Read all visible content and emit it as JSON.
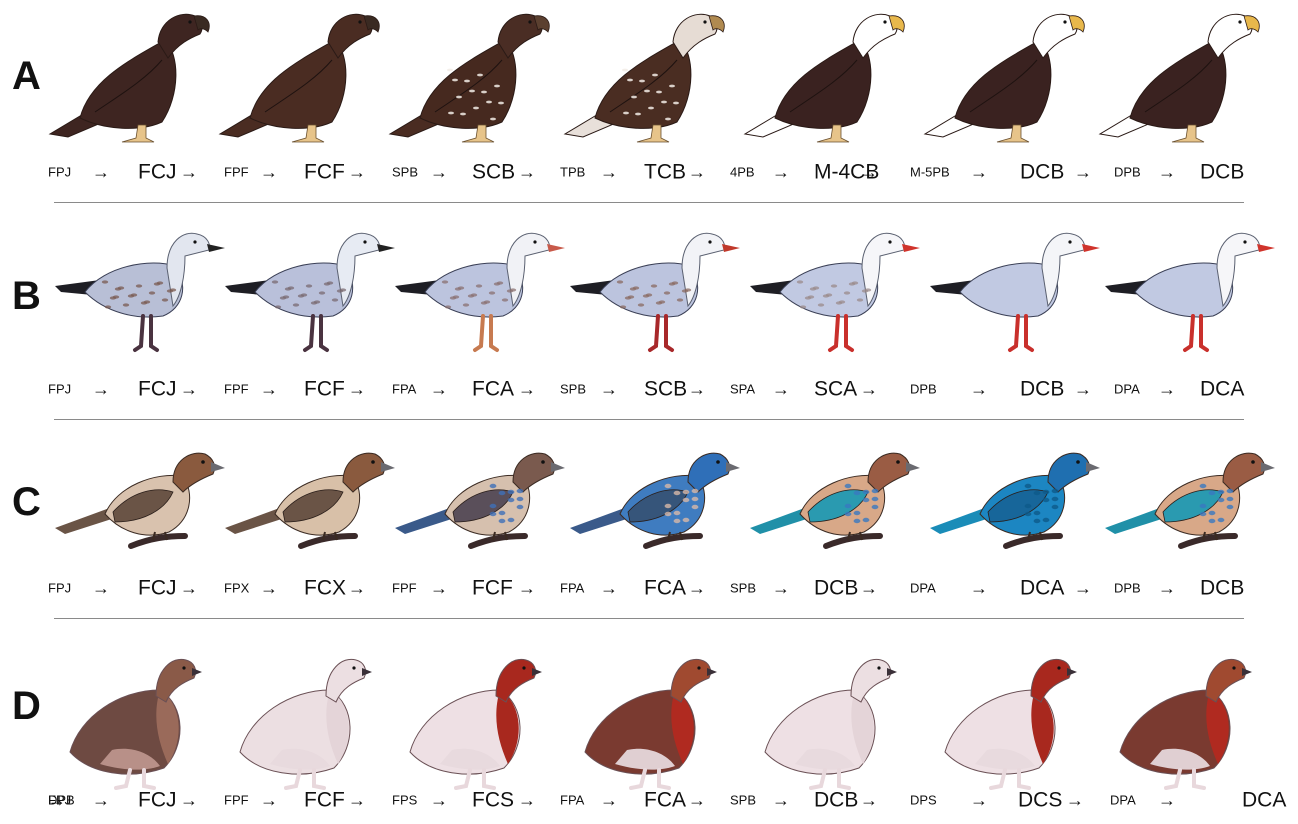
{
  "panels": [
    {
      "letter": "A",
      "birds": [
        "eagle",
        "eagle",
        "eagle",
        "eagle",
        "eagle",
        "eagle",
        "eagle"
      ],
      "colors": {
        "body": [
          "#3e2521",
          "#4a2c22",
          "#46291f",
          "#4a2d22",
          "#3a2220",
          "#3a2220",
          "#3a2220"
        ],
        "head": [
          "#3e2521",
          "#4a2c22",
          "#4a2d24",
          "#e6dcd4",
          "#ffffff",
          "#ffffff",
          "#ffffff"
        ],
        "tail": [
          "#3e2521",
          "#4a2c22",
          "#4a2c22",
          "#e8e0da",
          "#ffffff",
          "#ffffff",
          "#ffffff"
        ],
        "beak": [
          "#3a2a22",
          "#3a2a22",
          "#5b4030",
          "#b08a50",
          "#e8b84c",
          "#e8b84c",
          "#e8b84c"
        ],
        "feet": "#e7c48a"
      },
      "sequence": [
        {
          "t": "FPJ",
          "s": "small"
        },
        {
          "t": "→",
          "s": "arrow"
        },
        {
          "t": "FCJ",
          "s": "big"
        },
        {
          "t": "→",
          "s": "arrow"
        },
        {
          "t": "FPF",
          "s": "small"
        },
        {
          "t": "→",
          "s": "arrow"
        },
        {
          "t": "FCF",
          "s": "big"
        },
        {
          "t": "→",
          "s": "arrow"
        },
        {
          "t": "SPB",
          "s": "small"
        },
        {
          "t": "→",
          "s": "arrow"
        },
        {
          "t": "SCB",
          "s": "big"
        },
        {
          "t": "→",
          "s": "arrow"
        },
        {
          "t": "TPB",
          "s": "small"
        },
        {
          "t": "→",
          "s": "arrow"
        },
        {
          "t": "TCB",
          "s": "big"
        },
        {
          "t": "→",
          "s": "arrow"
        },
        {
          "t": "4PB",
          "s": "small"
        },
        {
          "t": "→",
          "s": "arrow"
        },
        {
          "t": "M-4CB",
          "s": "big"
        },
        {
          "t": "→",
          "s": "arrow"
        },
        {
          "t": "M-5PB",
          "s": "small"
        },
        {
          "t": "→",
          "s": "arrow"
        },
        {
          "t": "DCB",
          "s": "big"
        },
        {
          "t": "→",
          "s": "arrow"
        },
        {
          "t": "DPB",
          "s": "small"
        },
        {
          "t": "→",
          "s": "arrow"
        },
        {
          "t": "DCB",
          "s": "big"
        }
      ]
    },
    {
      "letter": "B",
      "birds": [
        "gull",
        "gull",
        "gull",
        "gull",
        "gull",
        "gull",
        "gull"
      ],
      "colors": {
        "body": [
          "#b8bfd6",
          "#b9c0da",
          "#bcc4de",
          "#bcc4de",
          "#c1c9e2",
          "#c1c9e2",
          "#c1c9e2"
        ],
        "head": [
          "#e2e6ef",
          "#e7ebf3",
          "#f1f2f6",
          "#f2f3f7",
          "#f6f6f9",
          "#f4f5f8",
          "#f6f6f9"
        ],
        "beak": [
          "#222222",
          "#222222",
          "#c85a4a",
          "#c0392b",
          "#d0342c",
          "#d0342c",
          "#d0342c"
        ],
        "legs": [
          "#4a3340",
          "#4a3340",
          "#c77a50",
          "#a8282a",
          "#c9302c",
          "#c9302c",
          "#c9302c"
        ],
        "mottle": [
          "#7a5a50",
          "#7a6a70",
          "#8a7070",
          "#8a6a60",
          "#9a8a8a",
          "",
          ""
        ]
      },
      "sequence": [
        {
          "t": "FPJ",
          "s": "small"
        },
        {
          "t": "→",
          "s": "arrow"
        },
        {
          "t": "FCJ",
          "s": "big"
        },
        {
          "t": "→",
          "s": "arrow"
        },
        {
          "t": "FPF",
          "s": "small"
        },
        {
          "t": "→",
          "s": "arrow"
        },
        {
          "t": "FCF",
          "s": "big"
        },
        {
          "t": "→",
          "s": "arrow"
        },
        {
          "t": "FPA",
          "s": "small"
        },
        {
          "t": "→",
          "s": "arrow"
        },
        {
          "t": "FCA",
          "s": "big"
        },
        {
          "t": "→",
          "s": "arrow"
        },
        {
          "t": "SPB",
          "s": "small"
        },
        {
          "t": "→",
          "s": "arrow"
        },
        {
          "t": "SCB",
          "s": "big"
        },
        {
          "t": "→",
          "s": "arrow"
        },
        {
          "t": "SPA",
          "s": "small"
        },
        {
          "t": "→",
          "s": "arrow"
        },
        {
          "t": "SCA",
          "s": "big"
        },
        {
          "t": "→",
          "s": "arrow"
        },
        {
          "t": "DPB",
          "s": "small"
        },
        {
          "t": "→",
          "s": "arrow"
        },
        {
          "t": "DCB",
          "s": "big"
        },
        {
          "t": "→",
          "s": "arrow"
        },
        {
          "t": "DPA",
          "s": "small"
        },
        {
          "t": "→",
          "s": "arrow"
        },
        {
          "t": "DCA",
          "s": "big"
        }
      ]
    },
    {
      "letter": "C",
      "birds": [
        "finch",
        "finch",
        "finch",
        "finch",
        "finch",
        "finch",
        "finch"
      ],
      "colors": {
        "head": [
          "#8a5a3e",
          "#8a5a3e",
          "#7a5a4e",
          "#2f6fb8",
          "#9a5c44",
          "#1f6fb0",
          "#9a5c44"
        ],
        "body": [
          "#d9c2ae",
          "#d8c0a8",
          "#d6c0ae",
          "#3f7cc0",
          "#d8a888",
          "#1c86c2",
          "#d8a888"
        ],
        "wing": [
          "#6a5446",
          "#6a5446",
          "#5a4f5a",
          "#36557a",
          "#2a9ab0",
          "#17669a",
          "#2a9ab0"
        ],
        "tail": [
          "#6a5446",
          "#6a5446",
          "#3a5a8a",
          "#3a5a8a",
          "#2090a8",
          "#1a8cb8",
          "#2090a8"
        ],
        "patch": [
          "",
          "",
          "#3f6fb8",
          "#d8b8a8",
          "#3a78c0",
          "#0e5a8a",
          "#3a78c0"
        ],
        "perch": "#3a2a2a"
      },
      "sequence": [
        {
          "t": "FPJ",
          "s": "small"
        },
        {
          "t": "→",
          "s": "arrow"
        },
        {
          "t": "FCJ",
          "s": "big"
        },
        {
          "t": "→",
          "s": "arrow"
        },
        {
          "t": "FPX",
          "s": "small"
        },
        {
          "t": "→",
          "s": "arrow"
        },
        {
          "t": "FCX",
          "s": "big"
        },
        {
          "t": "→",
          "s": "arrow"
        },
        {
          "t": "FPF",
          "s": "small"
        },
        {
          "t": "→",
          "s": "arrow"
        },
        {
          "t": "FCF",
          "s": "big"
        },
        {
          "t": "→",
          "s": "arrow"
        },
        {
          "t": "FPA",
          "s": "small"
        },
        {
          "t": "→",
          "s": "arrow"
        },
        {
          "t": "FCA",
          "s": "big"
        },
        {
          "t": "→",
          "s": "arrow"
        },
        {
          "t": "SPB",
          "s": "small"
        },
        {
          "t": "→",
          "s": "arrow"
        },
        {
          "t": "DCB",
          "s": "big"
        },
        {
          "t": "→",
          "s": "arrow"
        },
        {
          "t": "DPA",
          "s": "small"
        },
        {
          "t": "→",
          "s": "arrow"
        },
        {
          "t": "DCA",
          "s": "big"
        },
        {
          "t": "→",
          "s": "arrow"
        },
        {
          "t": "DPB",
          "s": "small"
        },
        {
          "t": "→",
          "s": "arrow"
        },
        {
          "t": "DCB",
          "s": "big"
        }
      ]
    },
    {
      "letter": "D",
      "birds": [
        "grouse",
        "grouse",
        "grouse",
        "grouse",
        "grouse",
        "grouse",
        "grouse"
      ],
      "colors": {
        "body": [
          "#6e4a42",
          "#ecdfe2",
          "#eee0e4",
          "#7a3a30",
          "#eee0e4",
          "#eee0e4",
          "#7a3a30"
        ],
        "head": [
          "#8a5a48",
          "#ecdfe2",
          "#a8281e",
          "#a04a30",
          "#ecdfe2",
          "#a8281e",
          "#a04a30"
        ],
        "breast": [
          "#9a6a5a",
          "#e4d4d8",
          "#a8281e",
          "#b02a20",
          "#e4d4d8",
          "#a8281e",
          "#b02a20"
        ],
        "belly": [
          "#b89088",
          "#e8dade",
          "#e8dade",
          "#e0cfd2",
          "#e8dade",
          "#e8dade",
          "#e0cfd2"
        ],
        "legs": "#e8d8dc"
      },
      "sequence": [
        {
          "t": "FPJ",
          "s": "small"
        },
        {
          "t": "→",
          "s": "arrow"
        },
        {
          "t": "FCJ",
          "s": "big"
        },
        {
          "t": "→",
          "s": "arrow"
        },
        {
          "t": "FPF",
          "s": "small"
        },
        {
          "t": "→",
          "s": "arrow"
        },
        {
          "t": "FCF",
          "s": "big"
        },
        {
          "t": "→",
          "s": "arrow"
        },
        {
          "t": "FPS",
          "s": "small"
        },
        {
          "t": "→",
          "s": "arrow"
        },
        {
          "t": "FCS",
          "s": "big"
        },
        {
          "t": "→",
          "s": "arrow"
        },
        {
          "t": "FPA",
          "s": "small"
        },
        {
          "t": "→",
          "s": "arrow"
        },
        {
          "t": "FCA",
          "s": "big"
        },
        {
          "t": "→",
          "s": "arrow"
        },
        {
          "t": "SPB",
          "s": "small"
        },
        {
          "t": "→",
          "s": "arrow"
        },
        {
          "t": "DCB",
          "s": "big"
        },
        {
          "t": "→",
          "s": "arrow"
        },
        {
          "t": "DPS",
          "s": "small"
        },
        {
          "t": "→",
          "s": "arrow"
        },
        {
          "t": "DCS",
          "s": "big"
        },
        {
          "t": "→",
          "s": "arrow"
        },
        {
          "t": "DPA",
          "s": "small"
        },
        {
          "t": "→",
          "s": "arrow"
        },
        {
          "t": "DCA",
          "s": "big"
        },
        {
          "t": "→",
          "s": "arrow"
        },
        {
          "t": "DPB",
          "s": "small"
        }
      ]
    }
  ]
}
